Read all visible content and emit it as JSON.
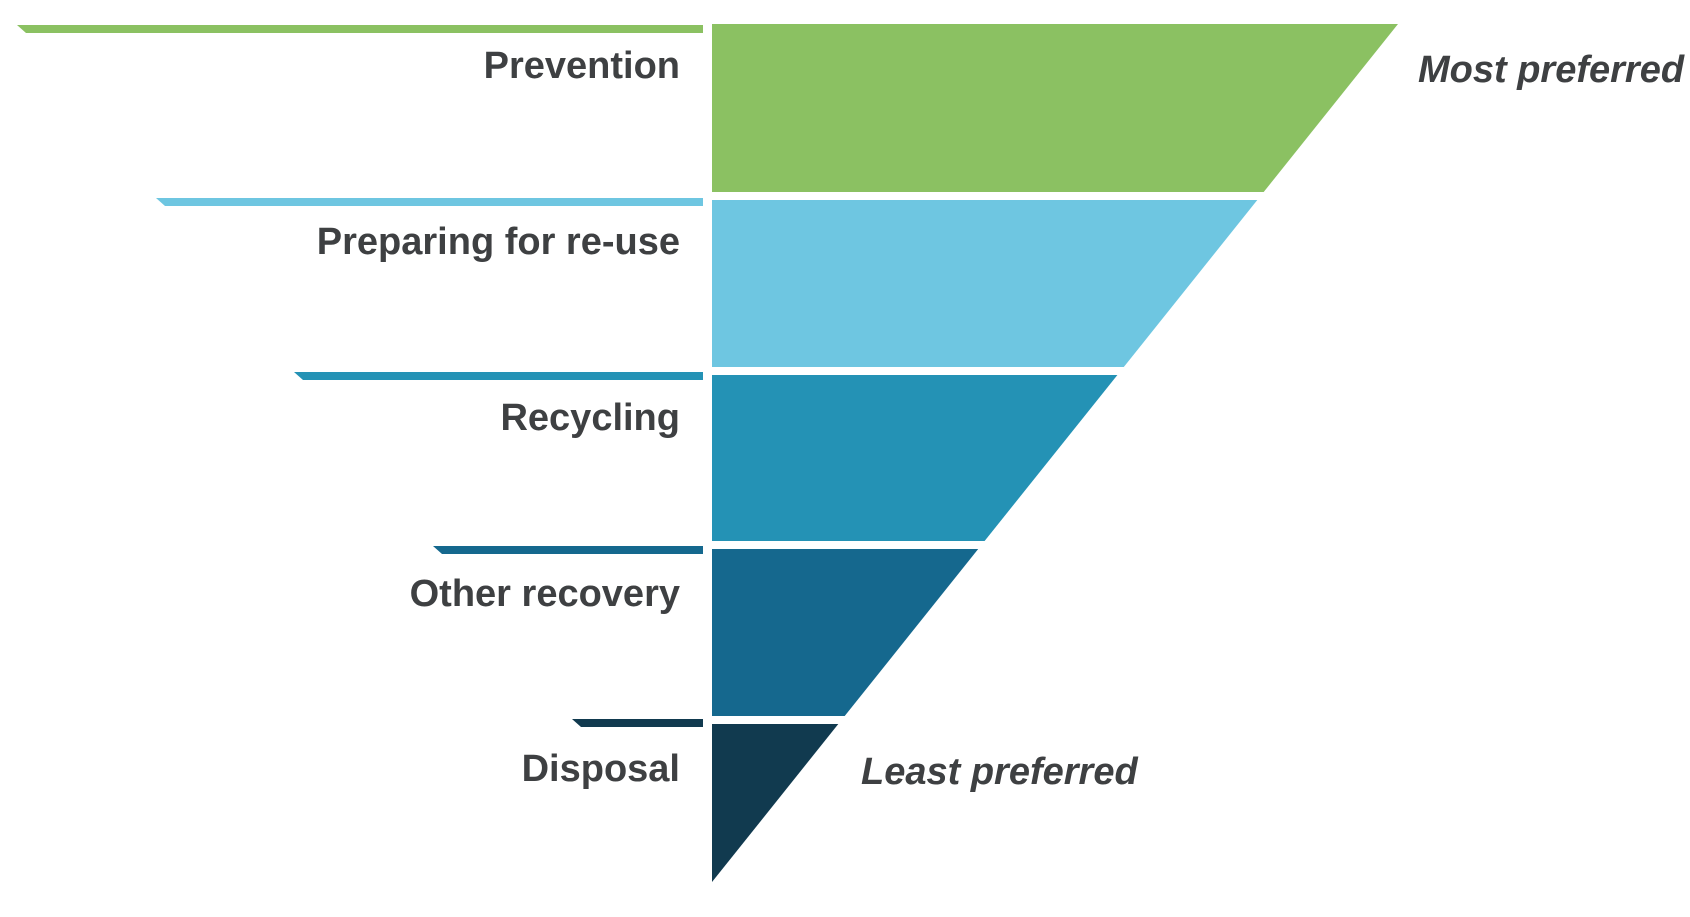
{
  "diagram": {
    "levels": [
      {
        "label": "Prevention",
        "color": "#8BC162"
      },
      {
        "label": "Preparing for re-use",
        "color": "#6EC6E1"
      },
      {
        "label": "Recycling",
        "color": "#2492B5"
      },
      {
        "label": "Other recovery",
        "color": "#15688E"
      },
      {
        "label": "Disposal",
        "color": "#113A4F"
      }
    ],
    "annotations": {
      "most": "Most preferred",
      "least": "Least preferred"
    }
  }
}
